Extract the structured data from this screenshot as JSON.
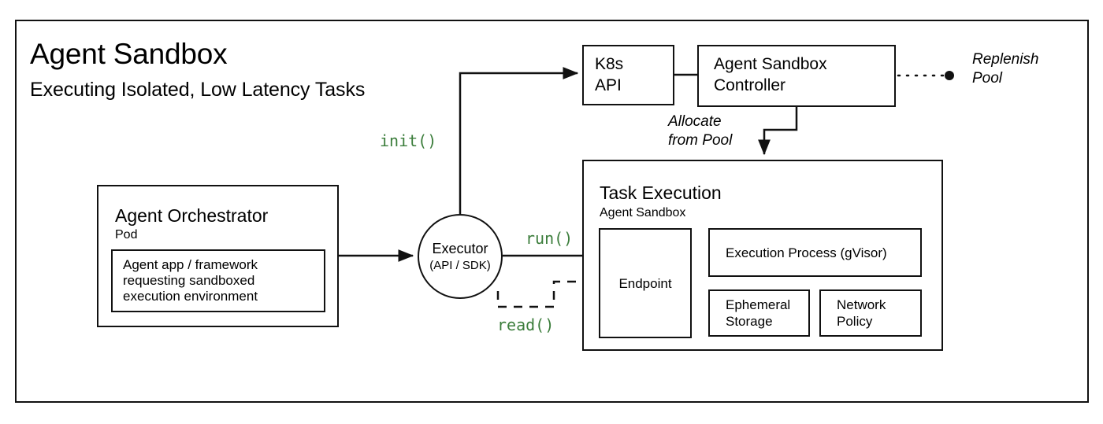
{
  "header": {
    "title": "Agent Sandbox",
    "subtitle": "Executing Isolated, Low Latency Tasks"
  },
  "colors": {
    "stroke": "#111111",
    "code_green": "#3b7d3b",
    "background": "#ffffff"
  },
  "nodes": {
    "orchestrator": {
      "title": "Agent Orchestrator",
      "subtitle": "Pod",
      "inner_text": "Agent app / framework\nrequesting sandboxed\nexecution environment"
    },
    "executor": {
      "line1": "Executor",
      "line2": "(API / SDK)"
    },
    "k8s_api": {
      "label": "K8s\nAPI"
    },
    "controller": {
      "label": "Agent Sandbox\nController"
    },
    "task_execution": {
      "title": "Task Execution",
      "subtitle": "Agent Sandbox",
      "endpoint": "Endpoint",
      "execution_process": "Execution Process (gVisor)",
      "ephemeral_storage": "Ephemeral\nStorage",
      "network_policy": "Network\nPolicy"
    }
  },
  "edges": {
    "init": "init()",
    "run": "run()",
    "read": "read()",
    "allocate": "Allocate\nfrom Pool",
    "replenish": "Replenish\nPool"
  }
}
